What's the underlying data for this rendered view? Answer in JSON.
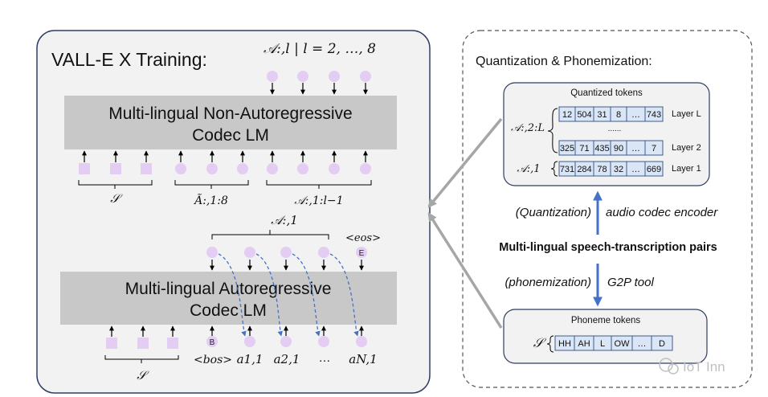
{
  "training": {
    "title": "VALL-E X Training:",
    "nar": {
      "label_line1": "Multi-lingual Non-Autoregressive",
      "label_line2": "Codec LM",
      "output_label": "𝒜:,l | l = 2, …, 8",
      "brace_s": "𝒮",
      "brace_tilde": "Ã:,1:8",
      "brace_a": "𝒜:,1:l−1"
    },
    "ar": {
      "label_line1": "Multi-lingual Autoregressive",
      "label_line2": "Codec LM",
      "output_label": "𝒜:,1",
      "eos_label": "<eos>",
      "eos_token": "E",
      "bos_token": "B",
      "bos_label": "<bos>",
      "a1": "a1,1",
      "a2": "a2,1",
      "dots": "…",
      "aN": "aN,1",
      "brace_s": "𝒮"
    }
  },
  "quant": {
    "title": "Quantization & Phonemization:",
    "quantized_title": "Quantized tokens",
    "brace_label_2L": "𝒜:,2:L",
    "brace_label_1": "𝒜:,1",
    "layer_L": {
      "label": "Layer L",
      "cells": [
        "12",
        "504",
        "31",
        "8",
        "…",
        "743"
      ]
    },
    "mid_dots": "......",
    "layer_2": {
      "label": "Layer 2",
      "cells": [
        "325",
        "71",
        "435",
        "90",
        "…",
        "7"
      ]
    },
    "layer_1": {
      "label": "Layer 1",
      "cells": [
        "731",
        "284",
        "78",
        "32",
        "…",
        "669"
      ]
    },
    "quantization_label": "(Quantization)",
    "encoder_label": "audio codec encoder",
    "pairs_label": "Multi-lingual speech-transcription pairs",
    "phonemization_label": "(phonemization)",
    "g2p_label": "G2P tool",
    "phoneme_title": "Phoneme tokens",
    "phoneme_s": "𝒮",
    "phoneme_cells": [
      "HH",
      "AH",
      "L",
      "OW",
      "…",
      "D"
    ]
  },
  "watermark": "IoT Inn",
  "colors": {
    "panel_fill": "#f2f2f2",
    "panel_stroke": "#2f3e63",
    "model_box": "#c8c8c8",
    "token_purple": "#e3cdf3",
    "cell_blue": "#dae5f5",
    "cell_stroke": "#3d5a8a",
    "arrow_blue": "#4472c4",
    "arrow_gray": "#a6a6a6"
  }
}
